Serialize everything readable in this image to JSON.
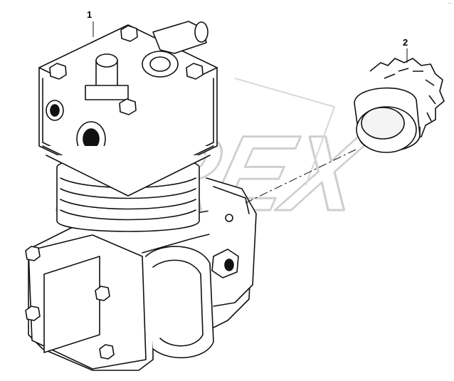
{
  "callouts": {
    "part_1": "1",
    "part_2": "2"
  },
  "watermark": {
    "text": "DREX"
  },
  "corner_mark": "~"
}
